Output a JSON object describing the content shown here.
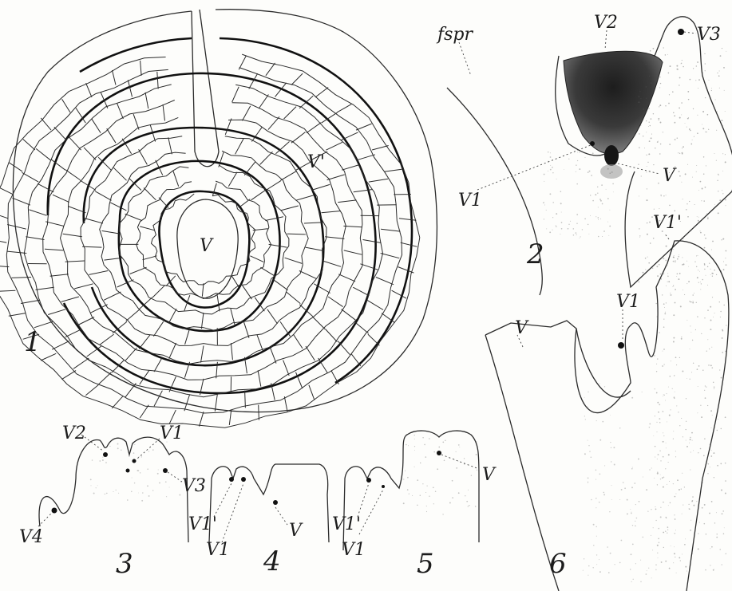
{
  "figure_numbers": {
    "fig1": "1",
    "fig2": "2",
    "fig3": "3",
    "fig4": "4",
    "fig5": "5",
    "fig6": "6"
  },
  "labels": {
    "fig1_V": "V",
    "fig1_Vprime": "V'",
    "fig2_fspr": "fspr",
    "fig2_V2": "V2",
    "fig2_V3": "V3",
    "fig2_V1": "V1",
    "fig2_V": "V",
    "fig3_V2": "V2",
    "fig3_V1": "V1",
    "fig3_V3": "V3",
    "fig3_V4": "V4",
    "fig4_V1prime": "V1'",
    "fig4_V1": "V1",
    "fig4_V": "V",
    "fig5_V": "V",
    "fig5_V1prime": "V1'",
    "fig5_V1": "V1",
    "fig6_V": "V",
    "fig6_V1": "V1",
    "fig6_V1prime": "V1'"
  },
  "colors": {
    "ink": "#1c1c1c",
    "paper": "#fdfdfb",
    "stipple": "#5a5a5a"
  }
}
